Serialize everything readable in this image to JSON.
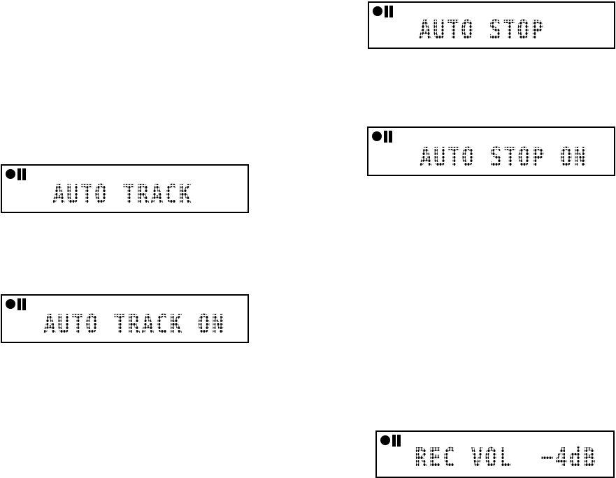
{
  "page": {
    "background_color": "#ffffff",
    "display_border_color": "#000000",
    "display_text_color": "#000000"
  },
  "displays": [
    {
      "name": "auto-stop-display",
      "icon": "record-pause-icon",
      "text": "AUTO STOP"
    },
    {
      "name": "auto-stop-on-display",
      "icon": "record-pause-icon",
      "text": "AUTO STOP ON"
    },
    {
      "name": "auto-track-display",
      "icon": "record-pause-icon",
      "text": "AUTO TRACK"
    },
    {
      "name": "auto-track-on-display",
      "icon": "record-pause-icon",
      "text": "AUTO TRACK ON"
    },
    {
      "name": "rec-vol-display",
      "icon": "record-pause-icon",
      "text": "REC VOL  −4dB"
    }
  ]
}
